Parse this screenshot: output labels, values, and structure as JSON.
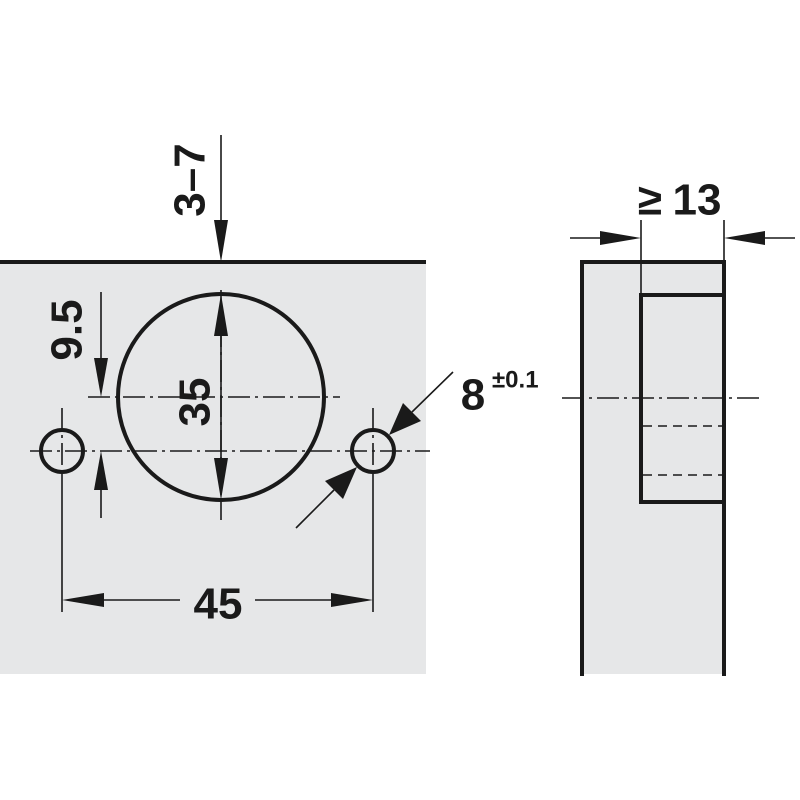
{
  "colors": {
    "panel": "#e6e7e8",
    "ink": "#1a1a1a",
    "background": "#ffffff"
  },
  "dimensions": {
    "edge_distance": "3–7",
    "cup_diameter": "35",
    "hole_offset": "9.5",
    "hole_spacing": "45",
    "hole_diameter": "8",
    "hole_tolerance": "±0.1",
    "min_thickness_symbol": "≥",
    "min_thickness": "13"
  }
}
